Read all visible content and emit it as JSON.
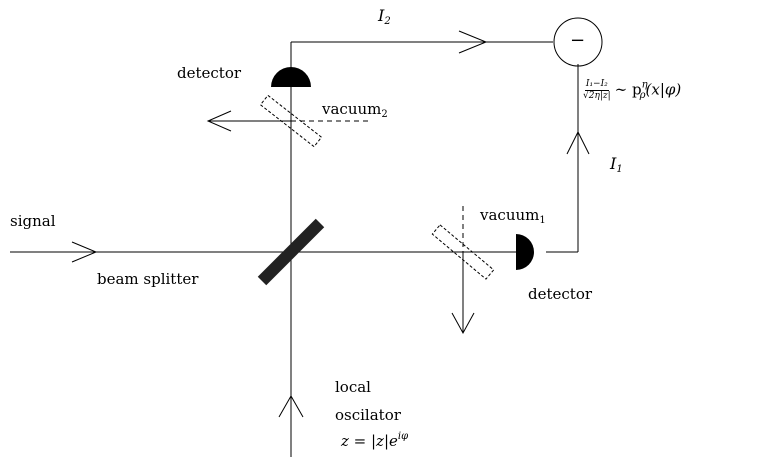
{
  "labels": {
    "signal": "signal",
    "beam_splitter": "beam splitter",
    "detector_top": "detector",
    "detector_right": "detector",
    "vacuum_top": "vacuum",
    "vacuum_top_sub": "2",
    "vacuum_right": "vacuum",
    "vacuum_right_sub": "1",
    "i2": "I",
    "i2_sub": "2",
    "i1": "I",
    "i1_sub": "1",
    "minus": "−",
    "local": "local",
    "oscilator": "oscilator",
    "z_formula": "z = |z|e",
    "z_exp": "iφ",
    "frac_num": "I₁−I₂",
    "frac_den": "√2η|z|",
    "rel": "∼ p",
    "rel_sup": "η",
    "rel_sub": "ρ",
    "rel_tail": "(x|φ)"
  }
}
